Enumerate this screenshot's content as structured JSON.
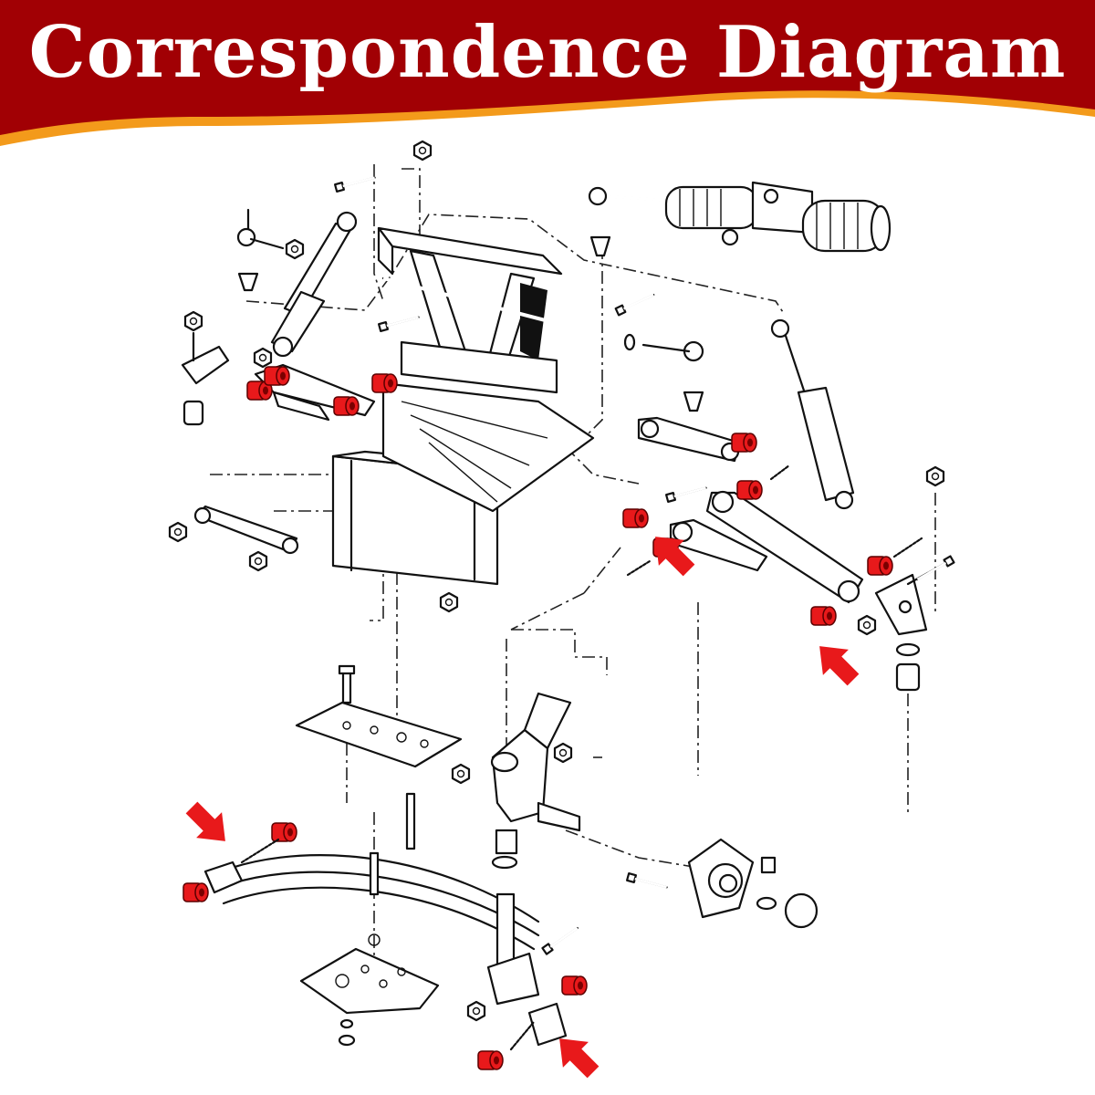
{
  "banner": {
    "title": "Correspondence Diagram",
    "colors": {
      "band": "#a10004",
      "stripe": "#f39a1b",
      "title": "#ffffff",
      "bushing": "#e8191b"
    }
  },
  "diagram": {
    "icons": [
      "exploded-front-suspension",
      "red-bushing",
      "red-callout-arrow"
    ]
  }
}
